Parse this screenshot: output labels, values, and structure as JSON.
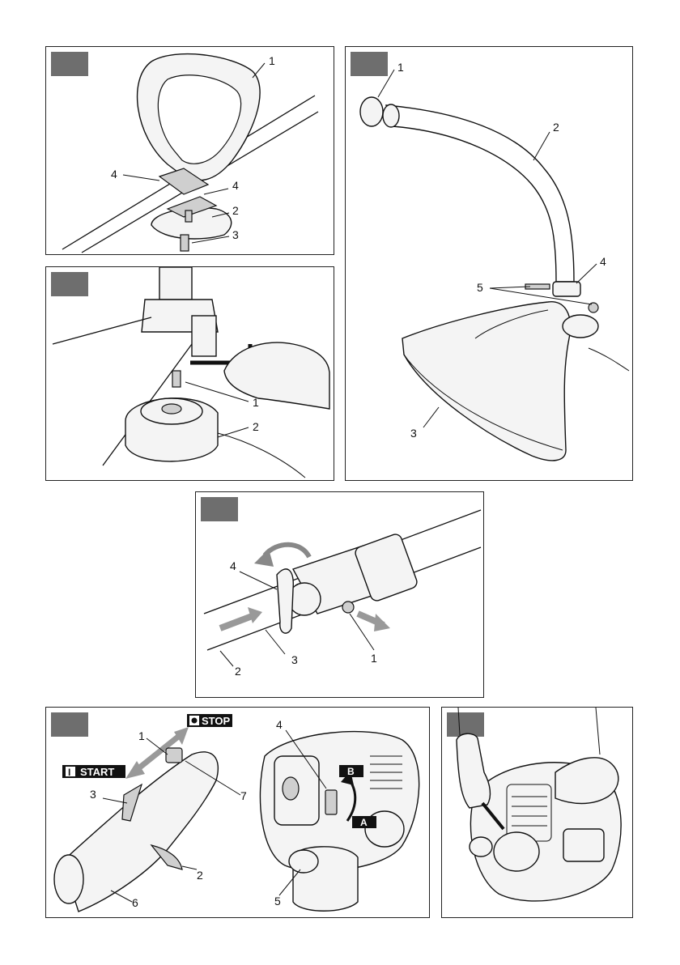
{
  "figures": {
    "handle": {
      "callouts": [
        "1",
        "4",
        "4",
        "2",
        "3"
      ]
    },
    "tube_guard": {
      "callouts": [
        "1",
        "2",
        "4",
        "5",
        "3"
      ]
    },
    "head_mount": {
      "callouts": [
        "1",
        "2"
      ]
    },
    "coupling": {
      "callouts": [
        "4",
        "1",
        "3",
        "2"
      ]
    },
    "controls": {
      "callouts": [
        "1",
        "3",
        "7",
        "2",
        "6",
        "4",
        "5"
      ],
      "start_label": "START",
      "start_symbol": "I",
      "stop_label": "STOP",
      "lever_b": "B",
      "lever_a": "A"
    },
    "engine_hands": {
      "callouts": []
    }
  }
}
